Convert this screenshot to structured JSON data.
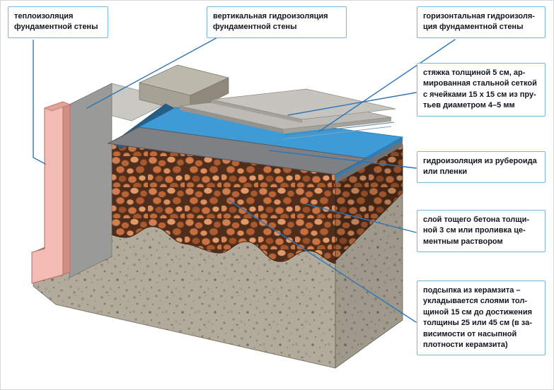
{
  "callouts": [
    {
      "id": "insulation",
      "text": "теплоизоляция\nфундаментной стены"
    },
    {
      "id": "vertical_waterproofing",
      "text": "вертикальная гидроизоляция\nфундаментной стены"
    },
    {
      "id": "horizontal_waterproofing",
      "text": "горизонтальная гидроизоля-\nция фундаментной стены"
    },
    {
      "id": "screed",
      "text": "стяжка толщиной 5 см, ар-\nмированная стальной сеткой\nс ячейками 15 х 15 см из пру-\nтьев диаметром 4–5 мм"
    },
    {
      "id": "roofing_felt",
      "text": "гидроизоляция из рубероида\nили пленки"
    },
    {
      "id": "lean_concrete",
      "text": "слой тощего бетона толщи-\nной 3 см или проливка це-\nментным раствором"
    },
    {
      "id": "keramzit",
      "text": "подсыпка из керамзита –\nукладывается слоями тол-\nщиной 15 см до достижения\nтолщины 25 или 45 см (в за-\nвисимости от насыпной\nплотности керамзита)"
    }
  ],
  "colors": {
    "callout_border": "#7ab5d9",
    "callout_text": "#10151f",
    "leader_line": "#2e75b6",
    "insulation_face": "#f2bcb4",
    "insulation_edge": "#d08d82",
    "wall_gray": "#9a9a98",
    "waterproofing_blue": "#3e9bd5",
    "membrane_navy": "#265e88",
    "felt_gray": "#7e8084",
    "screed_gray": "#bdbbb5",
    "keramzit_orange": "#cd7a4e",
    "keramzit_bg": "#4e2d1c",
    "concrete_tan": "#b2ab9b"
  }
}
